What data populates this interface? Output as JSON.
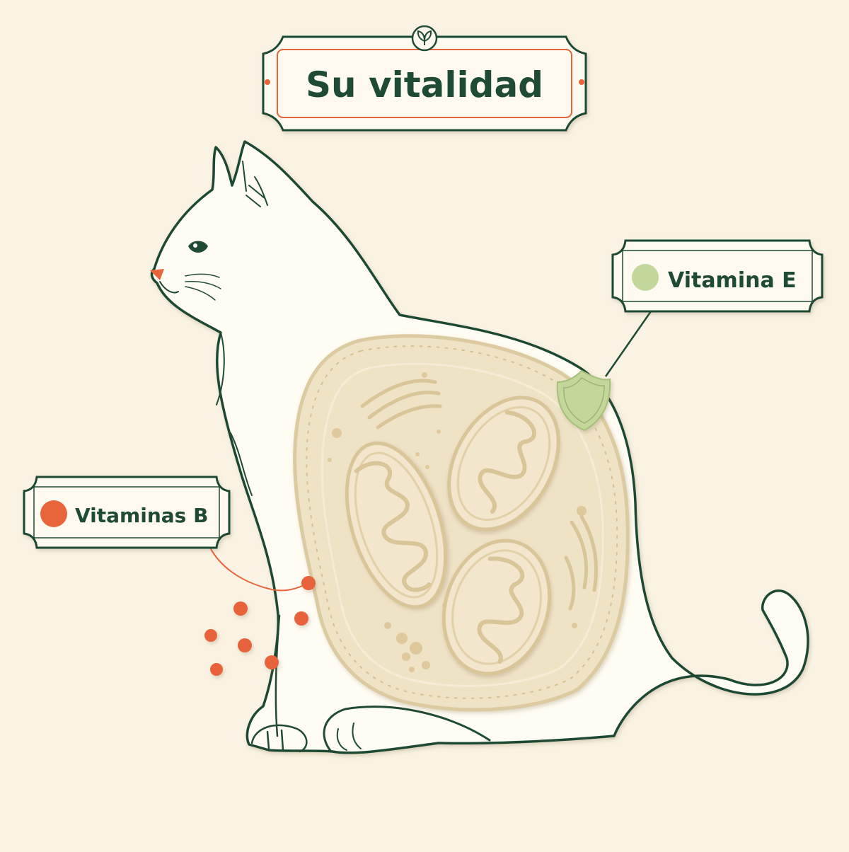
{
  "title": "Su vitalidad",
  "labels": {
    "vitamin_e": "Vitamina E",
    "vitamins_b": "Vitaminas B"
  },
  "colors": {
    "background": "#faf3e3",
    "outline": "#1f4a33",
    "accent_orange": "#e8643a",
    "vitamin_e_green": "#c4d79a",
    "cell_fill": "#efe3c6",
    "cell_stroke": "#dccaa1"
  },
  "icons": {
    "title_ornament": "leaf-icon",
    "vitamin_e_marker": "shield-icon"
  }
}
